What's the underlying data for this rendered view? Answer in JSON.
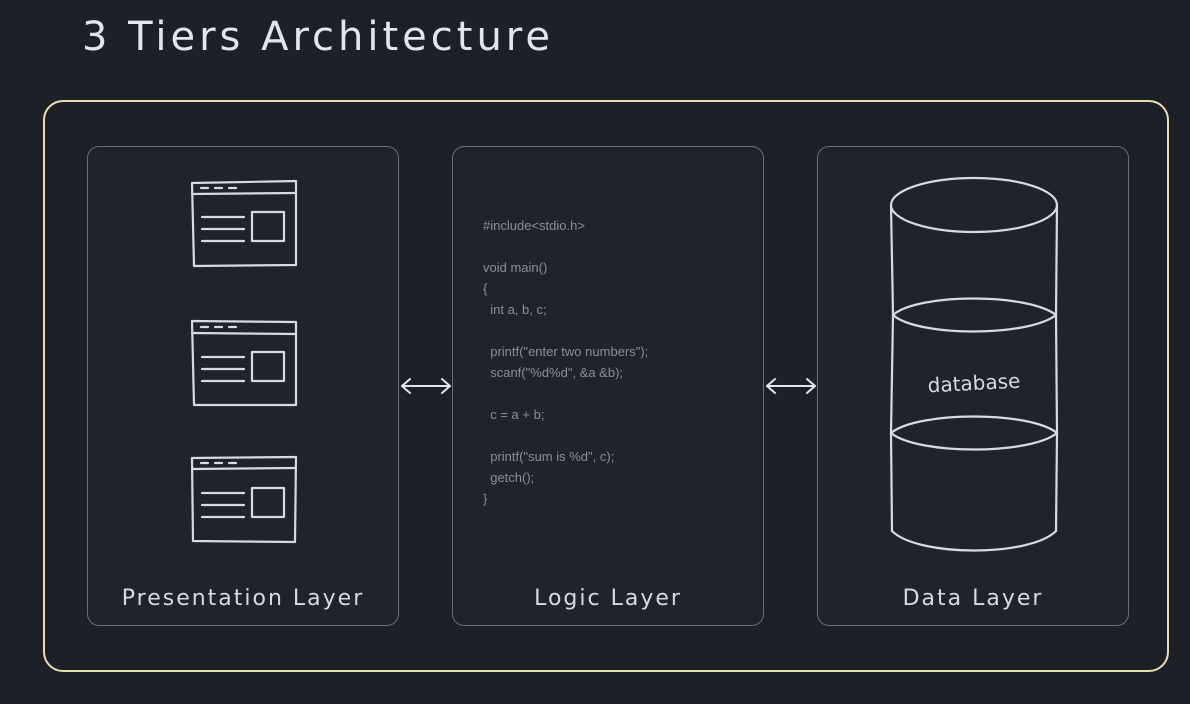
{
  "title": "3 Tiers Architecture",
  "layers": [
    {
      "label": "Presentation Layer"
    },
    {
      "label": "Logic Layer"
    },
    {
      "label": "Data Layer"
    }
  ],
  "code_lines": [
    "#include<stdio.h>",
    "",
    "void main()",
    "{",
    "  int a, b, c;",
    "",
    "  printf(\"enter two numbers\");",
    "  scanf(\"%d%d\", &a &b);",
    "",
    "  c = a + b;",
    "",
    "  printf(\"sum is %d\", c);",
    "  getch();",
    "}"
  ],
  "database_label": "database",
  "colors": {
    "background": "#1d2026",
    "frame": "#e8ddb0",
    "panel_border": "#6a6e76",
    "sketch": "#d8dadd"
  }
}
